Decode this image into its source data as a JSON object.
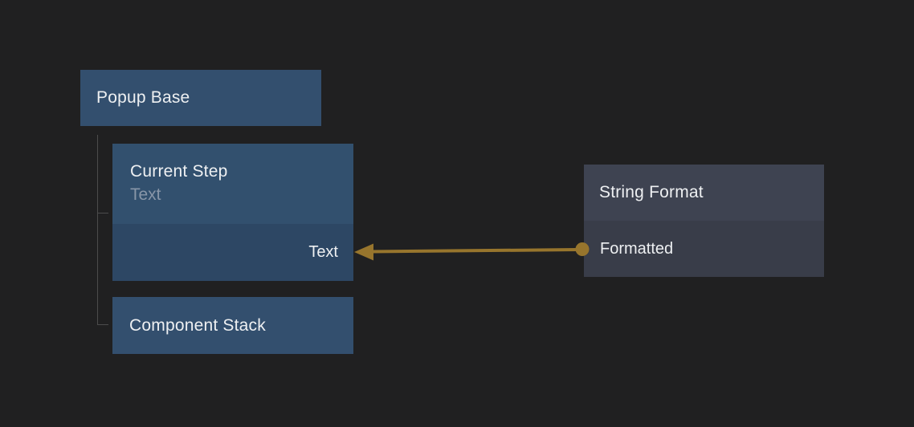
{
  "canvas": {
    "background": "#202021"
  },
  "colors": {
    "node_blue_header": "#334f6e",
    "node_blue_body": "#2d4764",
    "node_gray_header": "#3e4351",
    "node_gray_body": "#393d49",
    "wire": "#97752d",
    "tree_line": "#4c4c4c",
    "text_primary": "#eef0f2",
    "text_muted": "#8896a8"
  },
  "nodes": {
    "popup_base": {
      "title": "Popup Base"
    },
    "current_step": {
      "title": "Current Step",
      "subtitle": "Text",
      "input_pin": "Text"
    },
    "component_stack": {
      "title": "Component Stack"
    },
    "string_format": {
      "title": "String Format",
      "output_pin": "Formatted"
    }
  },
  "connections": [
    {
      "from_node": "String Format",
      "from_pin": "Formatted",
      "to_node": "Current Step",
      "to_pin": "Text"
    }
  ]
}
